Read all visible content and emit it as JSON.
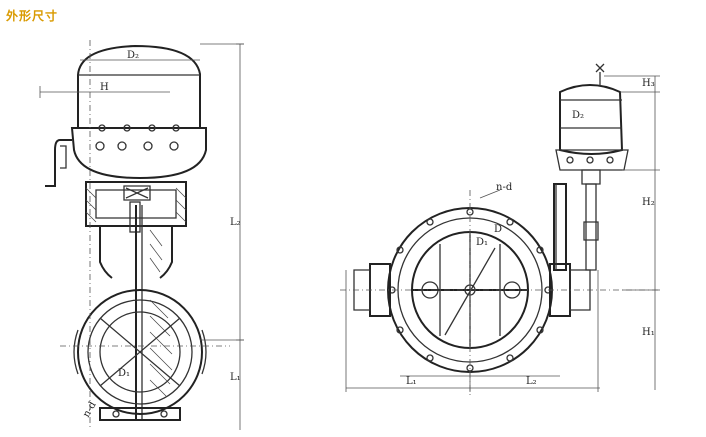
{
  "header": {
    "title": "外形尺寸"
  },
  "front_view": {
    "labels": {
      "d2": "D₂",
      "h": "H",
      "l2": "L₂",
      "l1": "L₁",
      "nd": "n-d",
      "d1": "D₁"
    }
  },
  "side_view": {
    "labels": {
      "h3": "H₃",
      "d2": "D₂",
      "nd": "n-d",
      "h2": "H₂",
      "h1": "H₁",
      "d1": "D₁",
      "d": "D",
      "l1": "L₁",
      "l2": "L₂"
    }
  },
  "colors": {
    "title": "#d99a00",
    "line": "#333333"
  }
}
